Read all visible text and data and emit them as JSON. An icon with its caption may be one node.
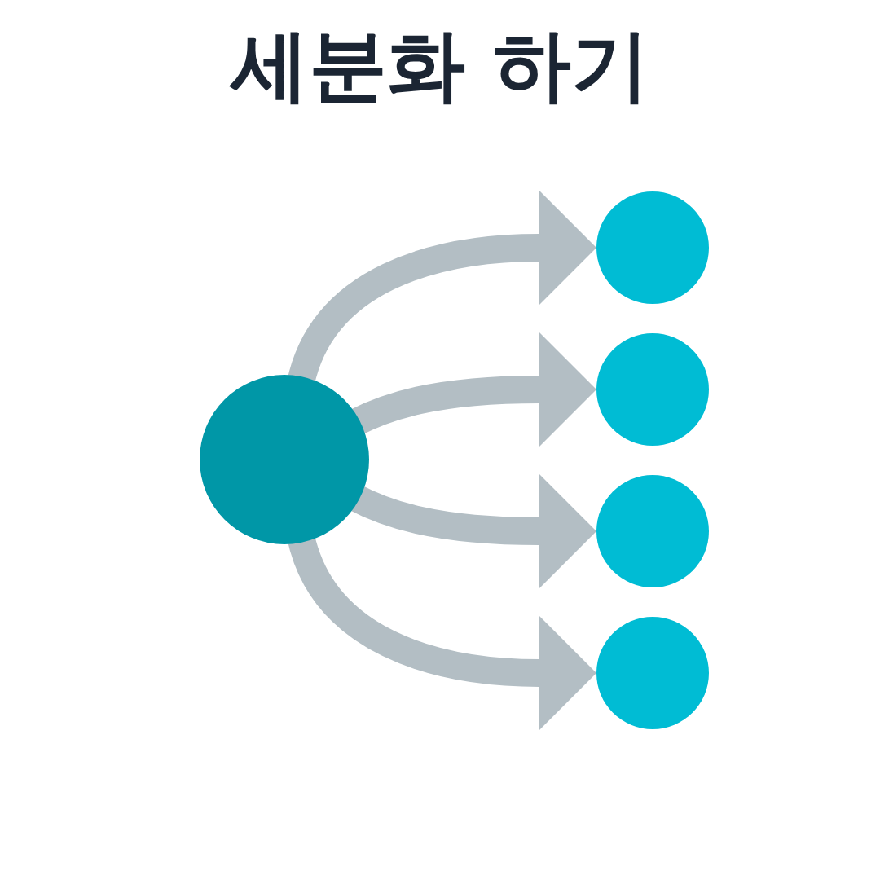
{
  "diagram": {
    "title": "세분화 하기",
    "nodes": [
      {
        "text": [],
        "shape": "circle"
      },
      {
        "text": [],
        "shape": "circle"
      },
      {
        "text": [],
        "shape": "circle"
      },
      {
        "text": [],
        "shape": "circle"
      },
      {
        "text": [],
        "shape": "circle"
      }
    ],
    "edges": [
      {
        "from": 0,
        "to": 1,
        "arrow": "to"
      },
      {
        "from": 0,
        "to": 2,
        "arrow": "to"
      },
      {
        "from": 0,
        "to": 3,
        "arrow": "to"
      },
      {
        "from": 0,
        "to": 4,
        "arrow": "to"
      }
    ]
  }
}
